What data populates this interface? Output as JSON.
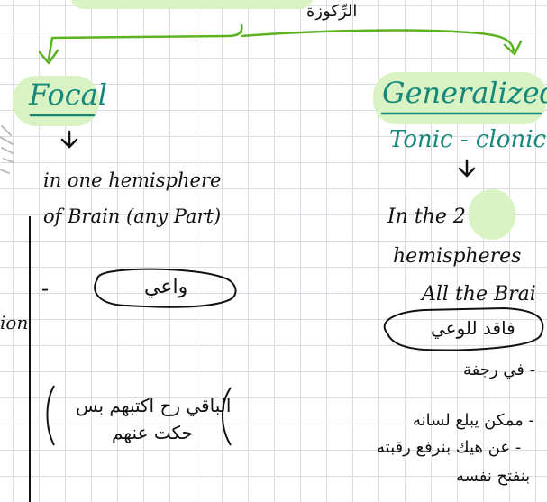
{
  "colors": {
    "ink": "#111111",
    "green_ink": "#3aa312",
    "arrow_green": "#5cb31f",
    "teal_ink": "#16887a",
    "highlight": "#d9f3c4"
  },
  "top_arabic": "الرِّكوزة",
  "focal": {
    "heading": "Focal",
    "line1": "in one hemisphere",
    "line2": "of Brain (any Part)",
    "dash": "-",
    "conscious_tag": "واعي",
    "note_line1": "الباقي رح اكتبهم بس",
    "note_line2": "حكت عنهم"
  },
  "generalized": {
    "heading": "Generalized",
    "subheading": "Tonic - clonic",
    "line1": "In the 2",
    "line2": "hemispheres",
    "line3": "All the Brai",
    "unconscious_tag": "فاقد للوعي",
    "ar_line1": "- في رجفة",
    "ar_line2": "- ممكن يبلع لسانه",
    "ar_line3": "- عن هيك بنرفع رقبته",
    "ar_line4": "بنفتح نفسه"
  },
  "margin_text": "ion"
}
